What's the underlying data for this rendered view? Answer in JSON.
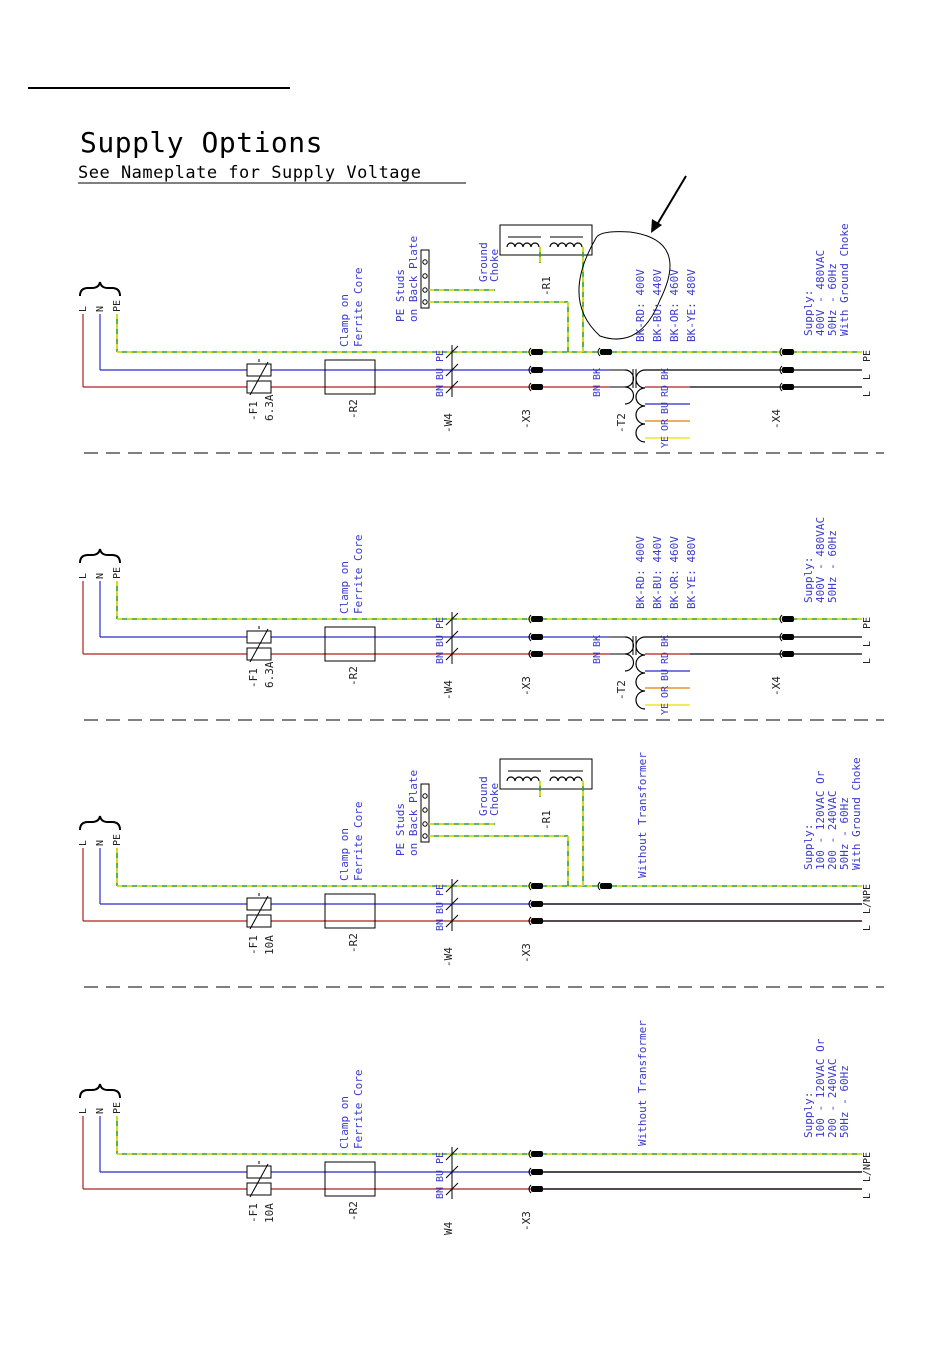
{
  "page": {
    "title": "Supply Options",
    "subtitle": "See Nameplate for Supply Voltage"
  },
  "colors": {
    "line": "#b01e1e",
    "neutral": "#2b2bc8",
    "earth_green": "#2ea02e",
    "earth_yellow": "#e8e000",
    "label_blue": "#3a3ad0",
    "black": "#000000"
  },
  "diagrams": [
    {
      "inputs": [
        "L",
        "N",
        "PE"
      ],
      "fuse": {
        "ref": "-F1",
        "rating": "6.3A"
      },
      "ferrite": {
        "ref": "-R2",
        "note_1": "Clamp on",
        "note_2": "Ferrite Core"
      },
      "cable": {
        "ref": "-W4",
        "cores": [
          "PE",
          "BU",
          "BN"
        ]
      },
      "terminal_in": "-X3",
      "pe_studs": {
        "note_1": "PE Studs",
        "note_2": "on Back Plate"
      },
      "choke": {
        "ref": "-R1",
        "note_1": "Ground",
        "note_2": "Choke"
      },
      "transformer": {
        "ref": "-T2",
        "primary": [
          "BK",
          "BN"
        ],
        "secondary": [
          "BK",
          "RD",
          "BU",
          "OR",
          "YE"
        ],
        "taps": [
          "BK-RD: 400V",
          "BK-BU: 440V",
          "BK-OR: 460V",
          "BK-YE: 480V"
        ]
      },
      "terminal_out": "-X4",
      "supply": [
        "Supply:",
        "400V - 480VAC",
        "50Hz - 60Hz",
        "With Ground Choke"
      ],
      "outputs": [
        "PE",
        "L",
        "L"
      ]
    },
    {
      "inputs": [
        "L",
        "N",
        "PE"
      ],
      "fuse": {
        "ref": "-F1",
        "rating": "6.3A"
      },
      "ferrite": {
        "ref": "-R2",
        "note_1": "Clamp on",
        "note_2": "Ferrite Core"
      },
      "cable": {
        "ref": "-W4",
        "cores": [
          "PE",
          "BU",
          "BN"
        ]
      },
      "terminal_in": "-X3",
      "transformer": {
        "ref": "-T2",
        "primary": [
          "BK",
          "BN"
        ],
        "secondary": [
          "BK",
          "RD",
          "BU",
          "OR",
          "YE"
        ],
        "taps": [
          "BK-RD: 400V",
          "BK-BU: 440V",
          "BK-OR: 460V",
          "BK-YE: 480V"
        ]
      },
      "terminal_out": "-X4",
      "supply": [
        "Supply:",
        "400V - 480VAC",
        "50Hz - 60Hz"
      ],
      "outputs": [
        "PE",
        "L",
        "L"
      ]
    },
    {
      "inputs": [
        "L",
        "N",
        "PE"
      ],
      "fuse": {
        "ref": "-F1",
        "rating": "10A"
      },
      "ferrite": {
        "ref": "-R2",
        "note_1": "Clamp on",
        "note_2": "Ferrite Core"
      },
      "cable": {
        "ref": "-W4",
        "cores": [
          "PE",
          "BU",
          "BN"
        ]
      },
      "terminal_in": "-X3",
      "pe_studs": {
        "note_1": "PE Studs",
        "note_2": "on Back Plate"
      },
      "choke": {
        "ref": "-R1",
        "note_1": "Ground",
        "note_2": "Choke"
      },
      "no_transformer": "Without Transformer",
      "supply": [
        "Supply:",
        "100 - 120VAC Or",
        "200 - 240VAC",
        "50Hz - 60Hz",
        "With Ground Choke"
      ],
      "outputs": [
        "PE",
        "L/N",
        "L"
      ]
    },
    {
      "inputs": [
        "L",
        "N",
        "PE"
      ],
      "fuse": {
        "ref": "-F1",
        "rating": "10A"
      },
      "ferrite": {
        "ref": "-R2",
        "note_1": "Clamp on",
        "note_2": "Ferrite Core"
      },
      "cable": {
        "ref": "W4",
        "cores": [
          "PE",
          "BU",
          "BN"
        ]
      },
      "terminal_in": "-X3",
      "no_transformer": "Without Transformer",
      "supply": [
        "Supply:",
        "100 - 120VAC Or",
        "200 - 240VAC",
        "50Hz - 60Hz"
      ],
      "outputs": [
        "PE",
        "L/N",
        "L"
      ]
    }
  ]
}
